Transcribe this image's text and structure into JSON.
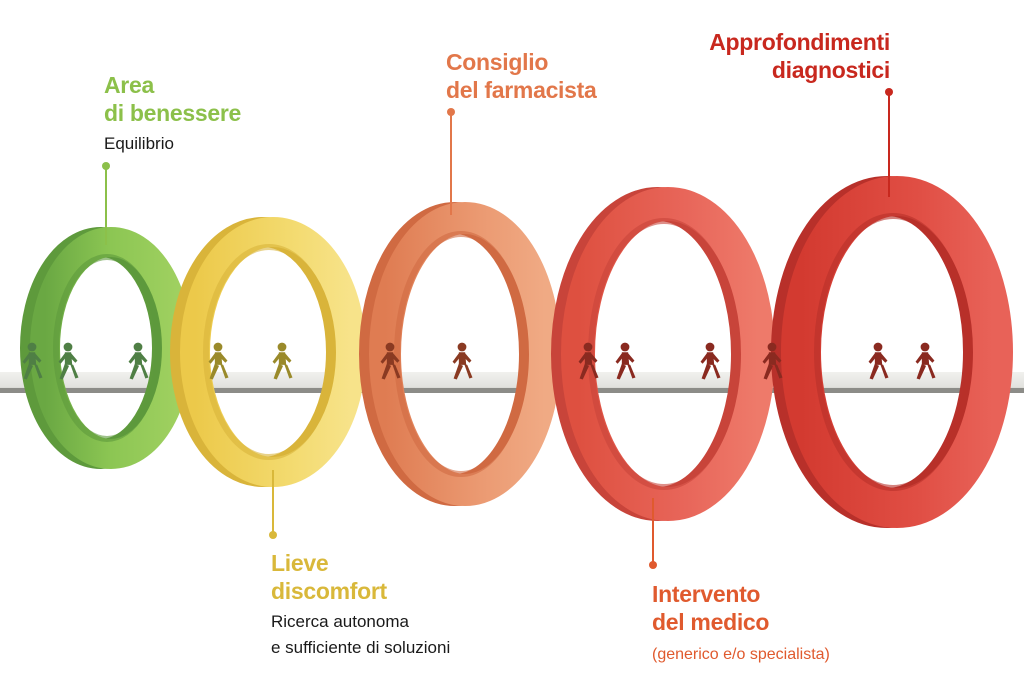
{
  "stages": [
    {
      "key": "benessere",
      "title_lines": [
        "Area",
        "di benessere"
      ],
      "subtitle_lines": [
        "Equilibrio"
      ],
      "color": "#8cc04a",
      "ring_color": "#7dbb4c"
    },
    {
      "key": "discomfort",
      "title_lines": [
        "Lieve",
        "discomfort"
      ],
      "subtitle_lines": [
        "Ricerca autonoma",
        "e sufficiente di soluzioni"
      ],
      "color": "#d9b83a",
      "ring_color": "#f2d766"
    },
    {
      "key": "farmacista",
      "title_lines": [
        "Consiglio",
        "del farmacista"
      ],
      "subtitle_lines": [],
      "color": "#e2774a",
      "ring_color": "#e8906a"
    },
    {
      "key": "medico",
      "title_lines": [
        "Intervento",
        "del medico"
      ],
      "subtitle_lines": [
        "(generico e/o specialista)"
      ],
      "color": "#e05a2e",
      "ring_color": "#e86050"
    },
    {
      "key": "diagnostici",
      "title_lines": [
        "Approfondimenti",
        "diagnostici"
      ],
      "subtitle_lines": [],
      "color": "#c8281e",
      "ring_color": "#e04840"
    }
  ],
  "walker_colors": {
    "green": "#4f7f45",
    "olive": "#9a8a2a",
    "brown": "#8a3a22",
    "darkred": "#8a2a20"
  },
  "icons": [
    "walking-person-icon"
  ]
}
